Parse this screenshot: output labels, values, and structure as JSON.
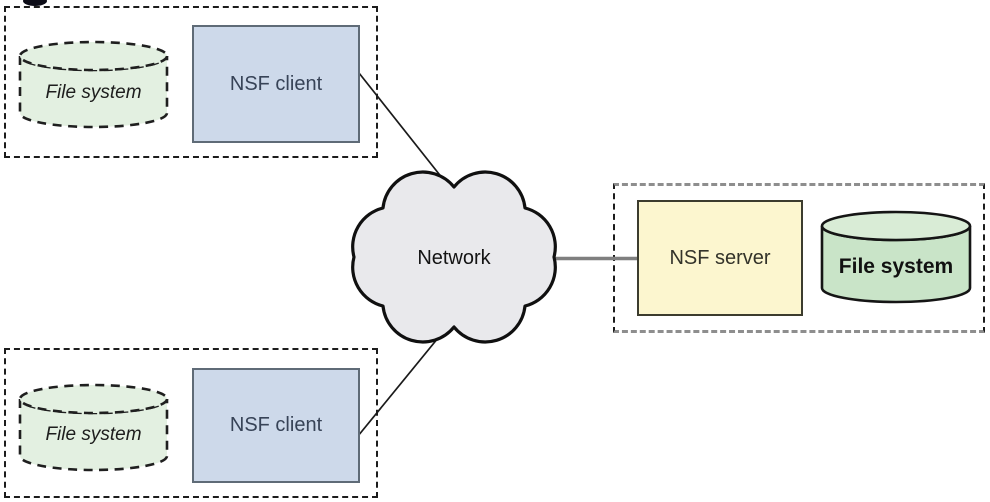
{
  "diagram": {
    "network": {
      "label": "Network"
    },
    "clients": [
      {
        "file_system_label": "File system",
        "client_label": "NSF client"
      },
      {
        "file_system_label": "File system",
        "client_label": "NSF client"
      }
    ],
    "server": {
      "server_label": "NSF server",
      "file_system_label": "File system"
    },
    "colors": {
      "client_box_fill": "#cdd9ea",
      "client_box_border": "#5f6b77",
      "server_box_fill": "#fcf6cf",
      "client_fs_fill": "#e3f0e1",
      "server_fs_fill": "#c9e4c8",
      "server_fs_top_fill": "#d9ecd6",
      "cloud_fill": "#e9e9ec",
      "link_gray": "#7f7f7f",
      "outline_dark": "#1a1a1a"
    }
  }
}
